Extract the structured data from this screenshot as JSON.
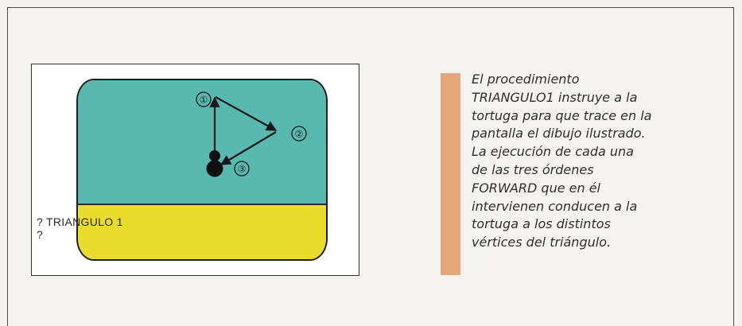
{
  "screen": {
    "lines": [
      "? TRIANGULO 1",
      "?"
    ],
    "markers": [
      "①",
      "②",
      "③"
    ],
    "colors": {
      "graphics_bg": "#59b9b0",
      "text_bg": "#e9dc2c"
    }
  },
  "caption": {
    "lines": [
      "El procedimiento",
      "TRIANGULO1 instruye a la",
      "tortuga para que trace en la",
      "pantalla el dibujo ilustrado.",
      "La ejecución de cada una",
      "de las tres órdenes",
      "FORWARD que en él",
      "intervienen conducen a la",
      "tortuga a los distintos",
      "vértices del triángulo."
    ]
  },
  "accent_color": "#e4a878"
}
